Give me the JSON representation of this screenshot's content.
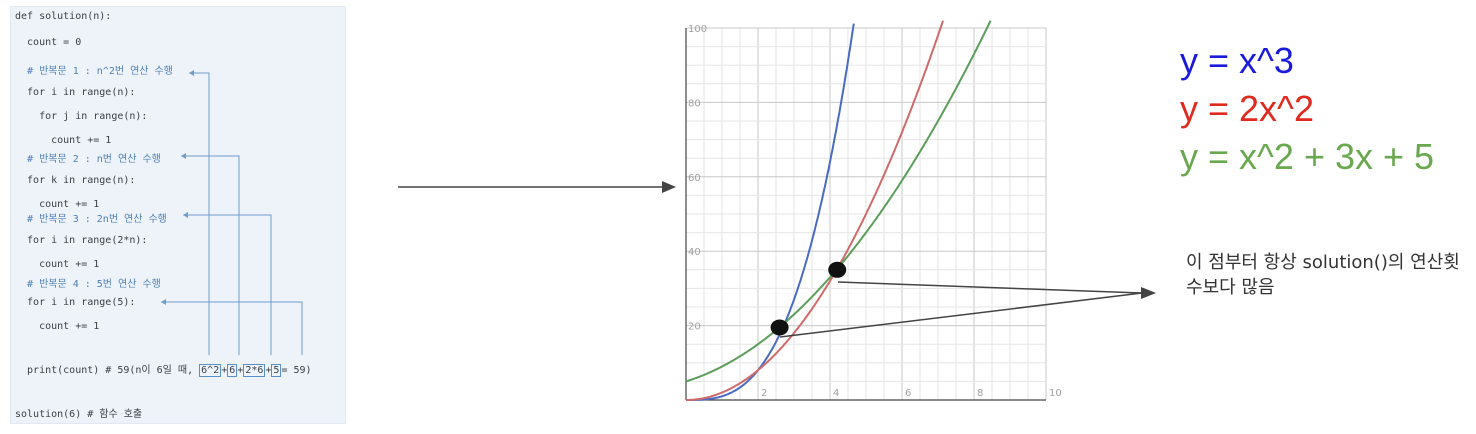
{
  "code": {
    "lines": [
      "def solution(n):",
      "  count = 0",
      "  # 반복문 1 : n^2번 연산 수행",
      "  for i in range(n):",
      "    for j in range(n):",
      "      count += 1",
      "  # 반복문 2 : n번 연산 수행",
      "  for k in range(n):",
      "    count += 1",
      "  # 반복문 3 : 2n번 연산 수행",
      "  for i in range(2*n):",
      "    count += 1",
      "  # 반복문 4 : 5번 연산 수행",
      "  for i in range(5):",
      "    count += 1",
      "  print(count) # 59(n이 6일 때,",
      "solution(6) # 함수 호출"
    ],
    "print_terms": [
      "6^2",
      "+",
      "6",
      "+",
      "2*6",
      "+",
      "5",
      "= 59)"
    ]
  },
  "chart_data": {
    "type": "line",
    "xlim": [
      0,
      10
    ],
    "ylim": [
      0,
      100
    ],
    "x_ticks": [
      "2",
      "4",
      "6",
      "8",
      "10"
    ],
    "y_ticks": [
      "20",
      "40",
      "60",
      "80",
      "100"
    ],
    "grid": true,
    "series": [
      {
        "name": "y = x^3",
        "color": "#4a6bc4"
      },
      {
        "name": "y = 2x^2",
        "color": "#d06a6a"
      },
      {
        "name": "y = x^2 + 3x + 5",
        "color": "#5a9e5a"
      }
    ],
    "points": [
      {
        "x": 2.6,
        "y": 19.5
      },
      {
        "x": 4.2,
        "y": 35
      }
    ]
  },
  "legend": {
    "items": [
      {
        "label": "y = x^3",
        "color": "#1a1adb"
      },
      {
        "label": "y = 2x^2",
        "color": "#e02a1f"
      },
      {
        "label": "y = x^2 + 3x + 5",
        "color": "#6aa84f"
      }
    ]
  },
  "note": {
    "text": "이 점부터 항상 solution()의 연산횟수보다 많음"
  }
}
